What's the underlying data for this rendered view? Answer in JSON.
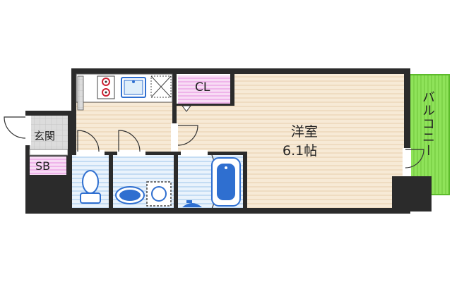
{
  "rooms": {
    "main": {
      "name": "洋室",
      "size": "6.1帖"
    },
    "closet": "CL",
    "balcony": "バルコニー",
    "entrance": "玄関",
    "shoebox": "SB"
  },
  "colors": {
    "wall": "#2b2b2b",
    "floor_wood": "#f7ead6",
    "wood_stripe": "#efdcc1",
    "wet_area": "#dfeefa",
    "wet_stripe": "#c4dcf3",
    "closet_pink": "#f3c9ef",
    "balcony_green": "#8fe35a",
    "fixture_blue": "#2f6fd0",
    "entrance_tile": "#d9d9d9"
  },
  "fixtures": [
    "stove-icon",
    "sink-icon",
    "fridge-space-icon",
    "toilet-icon",
    "washbasin-icon",
    "washer-icon",
    "bathtub-icon"
  ]
}
